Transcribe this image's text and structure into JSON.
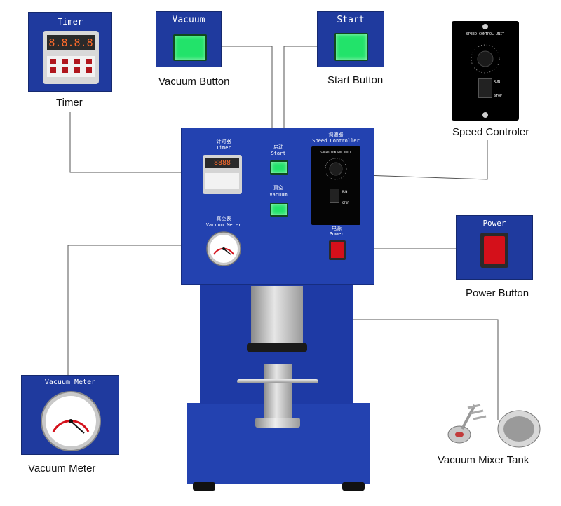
{
  "callouts": {
    "timer": {
      "panel_title": "Timer",
      "caption": "Timer"
    },
    "vacuum": {
      "panel_title": "Vacuum",
      "caption": "Vacuum Button"
    },
    "start": {
      "panel_title": "Start",
      "caption": "Start Button"
    },
    "speed": {
      "caption": "Speed Controler",
      "unit_label": "SPEED CONTROL UNIT",
      "run_label": "RUN",
      "stop_label": "STOP"
    },
    "power": {
      "panel_title": "Power",
      "caption": "Power Button"
    },
    "meter": {
      "panel_title": "Vacuum Meter",
      "caption": "Vacuum Meter"
    },
    "tank": {
      "caption": "Vacuum Mixer Tank"
    }
  },
  "machine": {
    "timer_cn": "计时器",
    "timer_en": "Timer",
    "start_cn": "启动",
    "start_en": "Start",
    "vacuum_cn": "真空",
    "vacuum_en": "Vacuum",
    "speed_cn": "调速器",
    "speed_en": "Speed Controller",
    "speed_unit": "SPEED CONTROL UNIT",
    "run": "RUN",
    "stop": "STOP",
    "power_cn": "电源",
    "power_en": "Power",
    "meter_cn": "真空表",
    "meter_en": "Vacuum Meter"
  },
  "colors": {
    "machine_blue": "#2342b0",
    "panel_blue": "#1f3a9e",
    "button_green": "#22e36a",
    "power_red": "#d4101a"
  }
}
